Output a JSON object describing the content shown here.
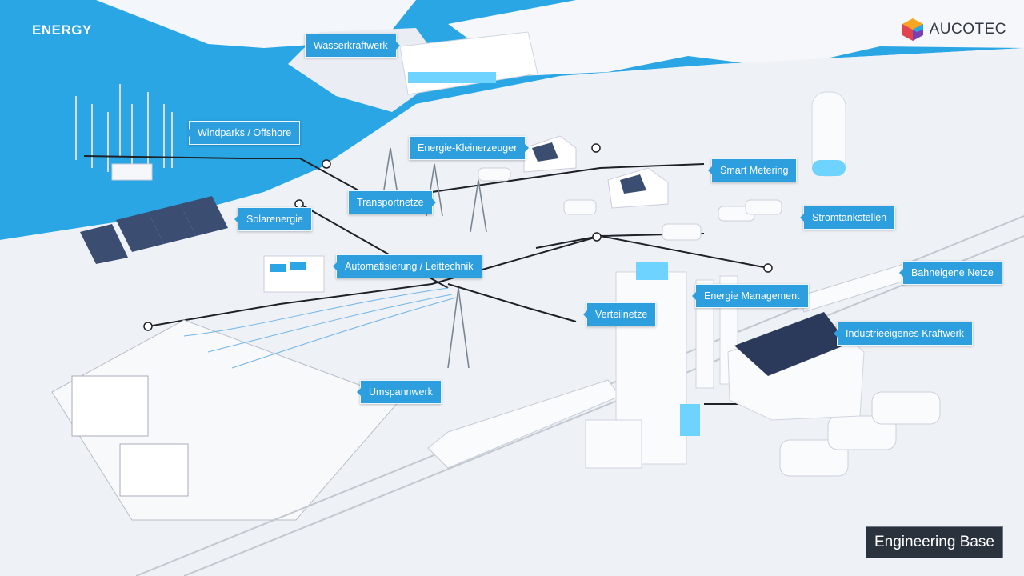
{
  "header": {
    "title": "ENERGY"
  },
  "brand": {
    "name": "AUCOTEC",
    "logo_icon": "cube-logo-icon"
  },
  "callouts": {
    "wasserkraftwerk": "Wasserkraftwerk",
    "windparks": "Windparks / Offshore",
    "kleinerzeuger": "Energie-Kleinerzeuger",
    "smart_metering": "Smart Metering",
    "transportnetze": "Transportnetze",
    "stromtankstellen": "Stromtankstellen",
    "solarenergie": "Solarenergie",
    "automatisierung": "Automatisierung / Leittechnik",
    "bahneigene": "Bahneigene Netze",
    "energie_management": "Energie Management",
    "verteilnetze": "Verteilnetze",
    "industrie": "Industrieeigenes Kraftwerk",
    "umspannwerk": "Umspannwerk"
  },
  "footer": {
    "product_label": "Engineering Base"
  },
  "colors": {
    "water": "#2aa6e4",
    "accent": "#2d9fde",
    "ground": "#eef1f6",
    "line": "#1e2228"
  }
}
